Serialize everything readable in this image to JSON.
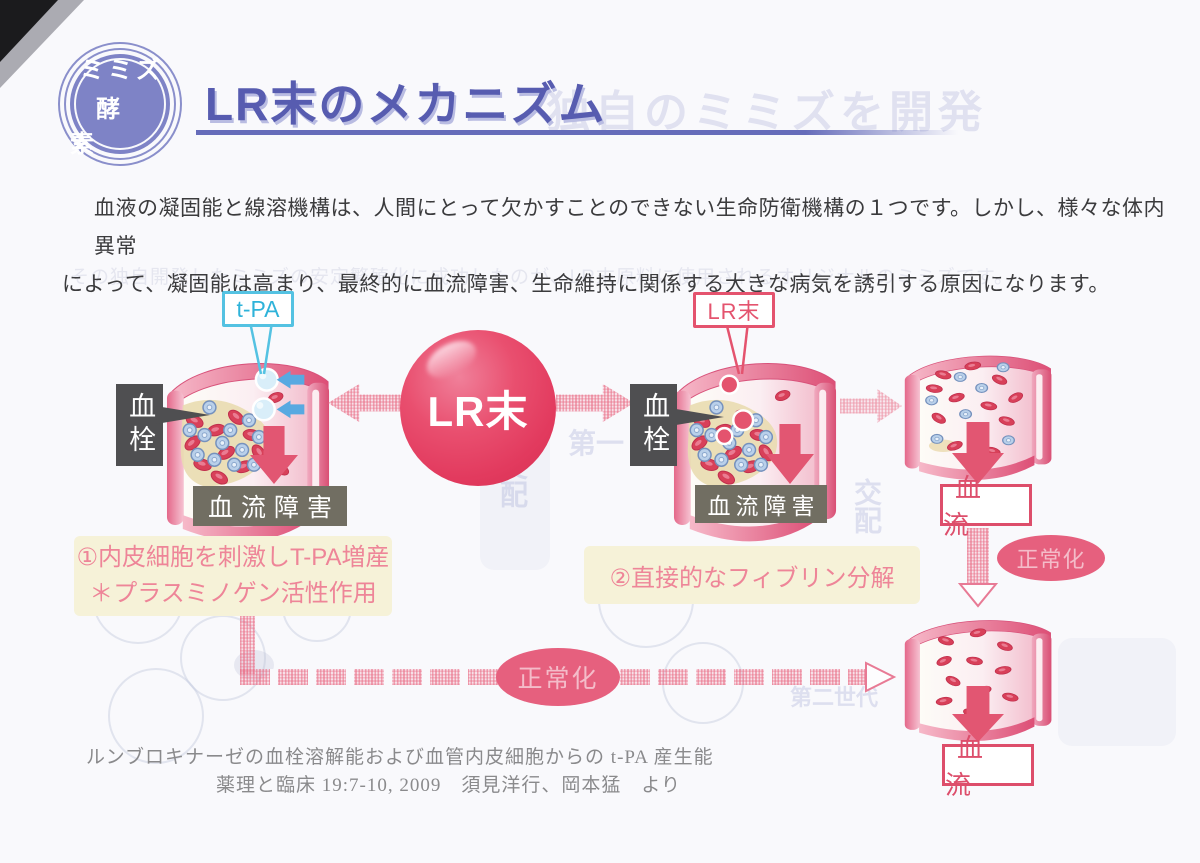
{
  "badge": {
    "top": "ミミズ",
    "bottom": "酵素"
  },
  "header": {
    "title": "LR末のメカニズム",
    "ghost_title": "独自のミミズを開発"
  },
  "intro": {
    "line1": "血液の凝固能と線溶機構は、人間にとって欠かすことのできない生命防衛機構の１つです。しかし、様々な体内異常",
    "line2": "によって、凝固能は高まり、最終的に血流障害、生命維持に関係する大きな病気を誘引する原因になります。",
    "ghost_line": "その独自開発したミミズの安定繁殖化に成功したのが、LR末原料に使用されるオリジナルのミミズです。"
  },
  "diagram": {
    "tpa_label": "t-PA",
    "lr_sphere_label": "LR末",
    "lr_box_label": "LR末",
    "clot_label": "血栓",
    "obstruction_label": "血流障害",
    "flow_label": "血流",
    "normalize_label": "正常化",
    "note1_line1": "①内皮細胞を刺激しT-PA増産",
    "note1_line2": "＊プラスミノゲン活性作用",
    "note2": "②直接的なフィブリン分解"
  },
  "ghost_texts": {
    "mating": "交配",
    "first_gen": "第一",
    "second_gen": "第二世代"
  },
  "citation": {
    "line1": "ルンブロキナーゼの血栓溶解能および血管内皮細胞からの t-PA 産生能",
    "line2": "薬理と臨床 19:7-10, 2009　須見洋行、岡本猛　より"
  },
  "colors": {
    "accent_purple": "#5a5fae",
    "accent_pink": "#e4536e",
    "accent_cyan": "#3bb7da",
    "note_bg": "#f6f2d8",
    "note_text": "#ee8598"
  }
}
